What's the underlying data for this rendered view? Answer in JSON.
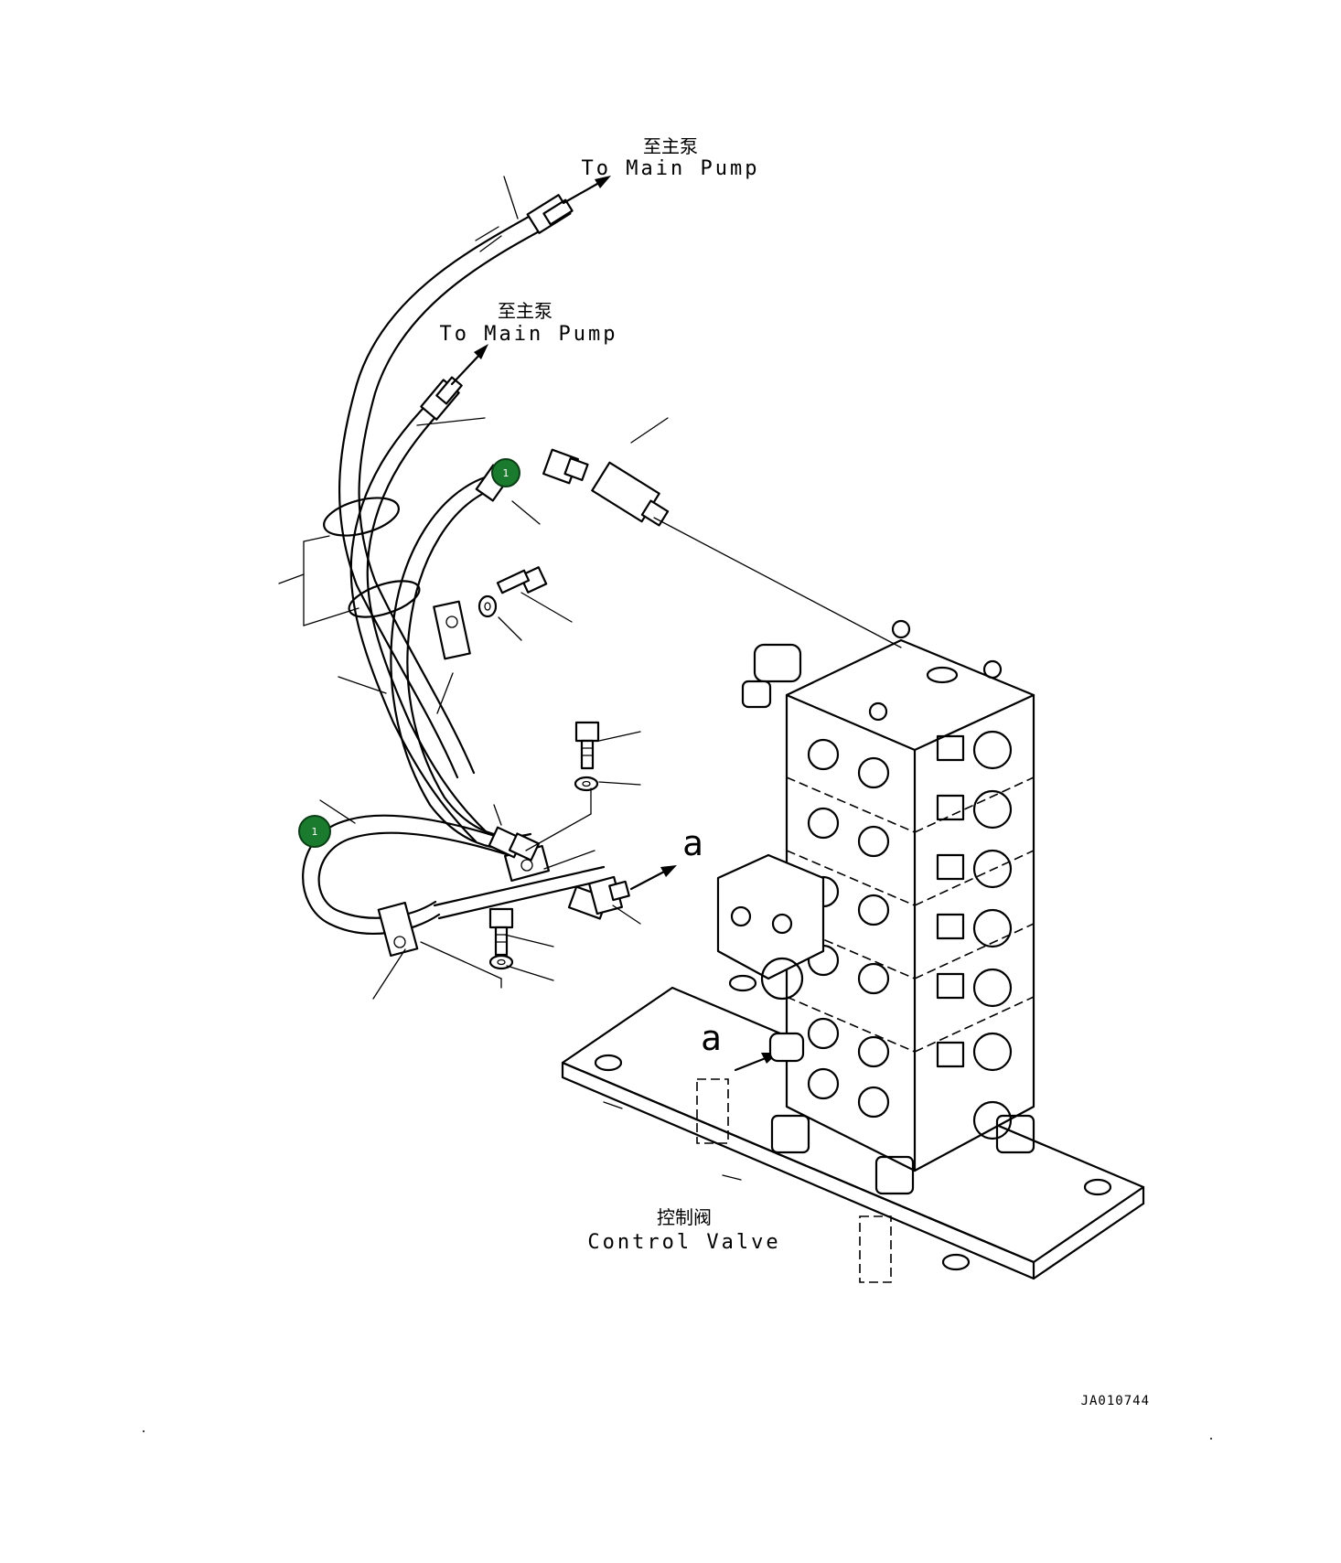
{
  "labels": {
    "pump_upper_cn": "至主泵",
    "pump_upper_en": "To Main Pump",
    "pump_lower_cn": "至主泵",
    "pump_lower_en": "To Main Pump",
    "arrow_a_right": "a",
    "arrow_a_left": "a",
    "valve_cn": "控制阀",
    "valve_en": "Control Valve",
    "drawing_code": "JA010744"
  },
  "markers": [
    {
      "text": "1"
    },
    {
      "text": "1"
    }
  ],
  "colors": {
    "ink": "#000000",
    "background": "#ffffff",
    "marker_fill": "#1a7a2e"
  }
}
